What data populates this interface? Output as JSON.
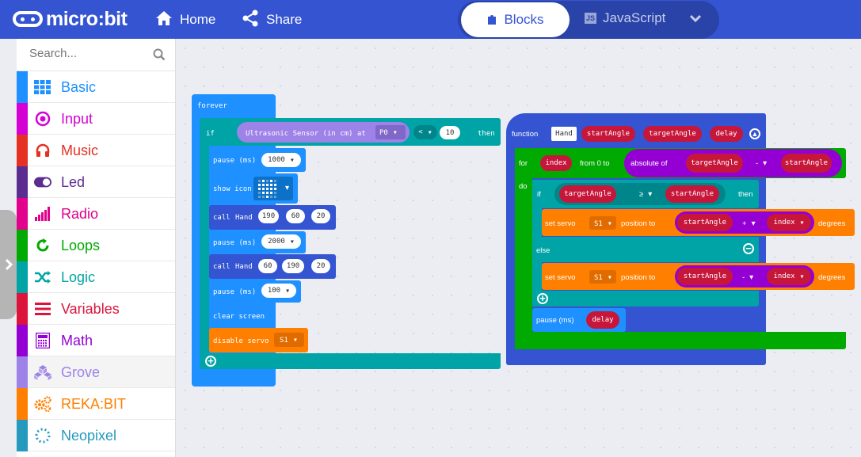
{
  "topbar": {
    "logo": "micro:bit",
    "home": "Home",
    "share": "Share"
  },
  "mode_toggle": {
    "blocks": "Blocks",
    "javascript": "JavaScript",
    "js_badge": "JS"
  },
  "search": {
    "placeholder": "Search..."
  },
  "categories": [
    {
      "label": "Basic",
      "color": "#1e90ff",
      "icon": "grid-icon"
    },
    {
      "label": "Input",
      "color": "#d400d4",
      "icon": "target-icon"
    },
    {
      "label": "Music",
      "color": "#e63022",
      "icon": "headphones-icon"
    },
    {
      "label": "Led",
      "color": "#5c2d91",
      "icon": "toggle-icon"
    },
    {
      "label": "Radio",
      "color": "#e3008c",
      "icon": "signal-bars-icon"
    },
    {
      "label": "Loops",
      "color": "#00aa00",
      "icon": "refresh-icon"
    },
    {
      "label": "Logic",
      "color": "#00a4a6",
      "icon": "shuffle-icon"
    },
    {
      "label": "Variables",
      "color": "#dc143c",
      "icon": "list-icon"
    },
    {
      "label": "Math",
      "color": "#9400d3",
      "icon": "calculator-icon"
    },
    {
      "label": "Grove",
      "color": "#9d82e8",
      "icon": "cubes-icon"
    },
    {
      "label": "REKA:BIT",
      "color": "#ff7f00",
      "icon": "gears-icon"
    },
    {
      "label": "Neopixel",
      "color": "#2699bf",
      "icon": "dotted-circle-icon"
    }
  ],
  "forever_block": {
    "title": "forever",
    "if_label": "if",
    "sensor_label": "Ultrasonic Sensor (in cm) at",
    "pin": "P0",
    "compare_op": "<",
    "compare_value": "10",
    "then_label": "then",
    "statements": [
      {
        "label": "pause (ms)",
        "value": "1000"
      },
      {
        "label": "show icon"
      },
      {
        "label": "call",
        "fn": "Hand",
        "args": [
          "190",
          "60",
          "20"
        ]
      },
      {
        "label": "pause (ms)",
        "value": "2000"
      },
      {
        "label": "call",
        "fn": "Hand",
        "args": [
          "60",
          "190",
          "20"
        ]
      },
      {
        "label": "pause (ms)",
        "value": "100"
      },
      {
        "label": "clear screen"
      },
      {
        "label": "disable servo",
        "value": "S1"
      }
    ]
  },
  "function_block": {
    "title": "function",
    "name": "Hand",
    "params": [
      "startAngle",
      "targetAngle",
      "delay"
    ],
    "for_label": "for",
    "index_var": "index",
    "from_label": "from 0 to",
    "abs_label": "absolute of",
    "abs_left": "targetAngle",
    "abs_op": "-",
    "abs_right": "startAngle",
    "do_label": "do",
    "if_label": "if",
    "cond_left": "targetAngle",
    "cond_op": "≥",
    "cond_right": "startAngle",
    "then_label": "then",
    "set_servo_label": "set servo",
    "servo": "S1",
    "position_to": "position to",
    "plus_op": "+",
    "minus_op": "-",
    "degrees": "degrees",
    "else_label": "else",
    "pause_label": "pause (ms)",
    "pause_var": "delay"
  }
}
